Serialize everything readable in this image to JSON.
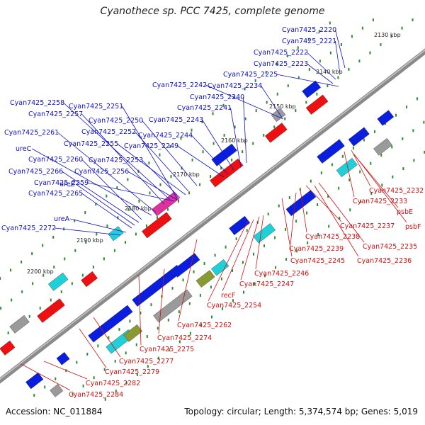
{
  "title": "Cyanothece sp. PCC 7425, complete genome",
  "footer": {
    "accession": "Accession: NC_011884",
    "summary": "Topology: circular; Length: 5,374,574 bp; Genes: 5,019"
  },
  "ruler_labels": [
    "2130 kbp",
    "2140 kbp",
    "2150 kbp",
    "2160 kbp",
    "2170 kbp",
    "2180 kbp",
    "2190 kbp",
    "2200 kbp"
  ],
  "upper_gene_labels": [
    "Cyan7425_2220",
    "Cyan7425_2221",
    "Cyan7425_2222",
    "Cyan7425_2223",
    "Cyan7425_2225",
    "Cyan7425_2242",
    "Cyan7425_2234",
    "Cyan7425_2240",
    "Cyan7425_2251",
    "Cyan7425_2258",
    "Cyan7425_2241",
    "Cyan7425_2257",
    "Cyan7425_2250",
    "Cyan7425_2243",
    "Cyan7425_2261",
    "Cyan7425_2252",
    "Cyan7425_2244",
    "ureC",
    "Cyan7425_2255",
    "Cyan7425_2249",
    "Cyan7425_2260",
    "Cyan7425_2253",
    "Cyan7425_2266",
    "Cyan7425_2256",
    "ureE",
    "Cyan7425_2259",
    "Cyan7425_2265",
    "ureA",
    "Cyan7425_2272"
  ],
  "lower_gene_labels": [
    "Cyan7425_2232",
    "Cyan7425_2233",
    "psbE",
    "psbF",
    "Cyan7425_2237",
    "Cyan7425_2238",
    "Cyan7425_2235",
    "Cyan7425_2239",
    "Cyan7425_2236",
    "Cyan7425_2245",
    "Cyan7425_2246",
    "Cyan7425_2247",
    "recF",
    "Cyan7425_2254",
    "Cyan7425_2262",
    "Cyan7425_2274",
    "Cyan7425_2275",
    "Cyan7425_2277",
    "Cyan7425_2279",
    "Cyan7425_2282",
    "Cyan7425_2284"
  ],
  "colors": {
    "upper_label": "#1010c8",
    "lower_label": "#d01010",
    "backbone": "#8a8a8a",
    "tick": "#2e8b2e",
    "gene_blue": "#0a1ee0",
    "gene_red": "#ee1010",
    "gene_cyan": "#20d0d8",
    "gene_magenta": "#e0309a",
    "gene_olive": "#8a9a30",
    "gene_gray": "#9a9a9a"
  }
}
